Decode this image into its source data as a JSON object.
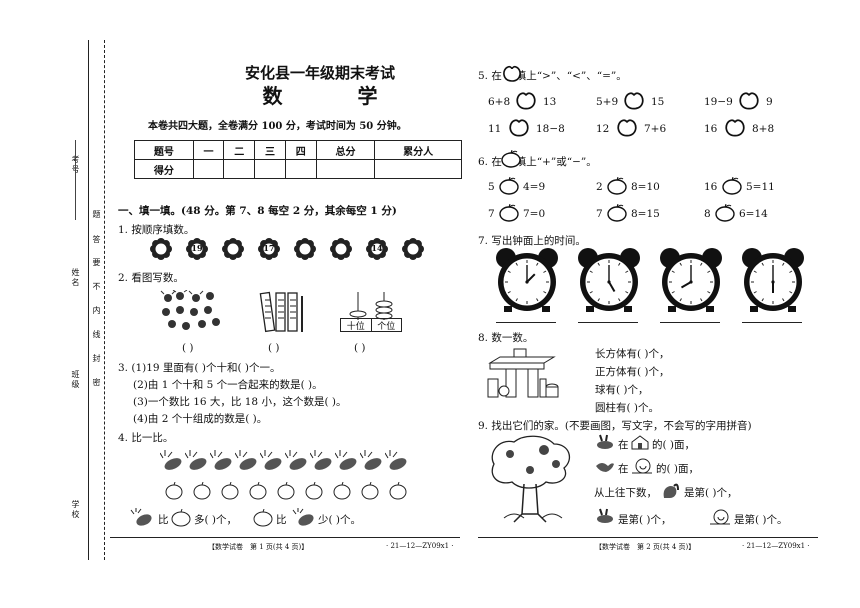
{
  "sidebar": {
    "labels": [
      "考号",
      "题",
      "答",
      "要",
      "不",
      "内",
      "线",
      "封",
      "密",
      "姓名",
      "班级",
      "学校"
    ]
  },
  "header": {
    "title": "安化县一年级期末考试",
    "subject": "数 学",
    "instructions": "本卷共四大题，全卷满分 100 分，考试时间为 50 分钟。"
  },
  "score_table": {
    "headers": [
      "题号",
      "一",
      "二",
      "三",
      "四",
      "总分",
      "累分人"
    ],
    "row_label": "得分"
  },
  "section1": {
    "heading": "一、填一填。(48 分。第 7、8 每空 2 分，其余每空 1 分)",
    "q1": "1. 按顺序填数。",
    "q1_numbers": [
      "",
      "19",
      "",
      "17",
      "",
      "",
      "14",
      ""
    ],
    "q2": "2. 看图写数。",
    "abacus_labels": [
      "十位",
      "个位"
    ],
    "blanks": [
      "(      )",
      "(      )",
      "(      )"
    ],
    "q3": "3. (1)19 里面有(      )个十和(      )个一。",
    "q3_2": "(2)由 1 个十和 5 个一合起来的数是(      )。",
    "q3_3": "(3)一个数比 16 大，比 18 小，这个数是(      )。",
    "q3_4": "(4)由 2 个十组成的数是(      )。",
    "q4": "4. 比一比。",
    "q4_line_a": "比",
    "q4_line_b": "多(      )个，",
    "q4_line_c": "比",
    "q4_line_d": "少(      )个。"
  },
  "right": {
    "q5": "5. 在      里填上“>”、“<”、“=”。",
    "q5_items": [
      [
        "6+8",
        "13"
      ],
      [
        "5+9",
        "15"
      ],
      [
        "19−9",
        "9"
      ],
      [
        "11",
        "18−8"
      ],
      [
        "12",
        "7+6"
      ],
      [
        "16",
        "8+8"
      ]
    ],
    "q6": "6. 在      里填上“+”或“−”。",
    "q6_items": [
      [
        "5",
        "4=9"
      ],
      [
        "2",
        "8=10"
      ],
      [
        "16",
        "5=11"
      ],
      [
        "7",
        "7=0"
      ],
      [
        "7",
        "8=15"
      ],
      [
        "8",
        "6=14"
      ]
    ],
    "q7": "7. 写出钟面上的时间。",
    "q8": "8. 数一数。",
    "q8_items": [
      "长方体有(      )个，",
      "正方体有(      )个，",
      "球有(      )个，",
      "圆柱有(      )个。"
    ],
    "q9": "9. 找出它们的家。(不要画图，写文字，不会写的字用拼音)",
    "q9_1a": "在",
    "q9_1b": "的(      )面，",
    "q9_2a": "在",
    "q9_2b": "的(      )面，",
    "q9_3": "从上往下数，",
    "q9_3b": "是第(      )个，",
    "q9_4a": "是第(      )个，",
    "q9_4b": "是第(      )个。"
  },
  "footer": {
    "left": "【数学试卷　第 1 页(共 4 页)】",
    "left_code": "· 21—12—ZY09x1 ·",
    "right": "【数学试卷　第 2 页(共 4 页)】",
    "right_code": "· 21—12—ZY09x1 ·"
  }
}
